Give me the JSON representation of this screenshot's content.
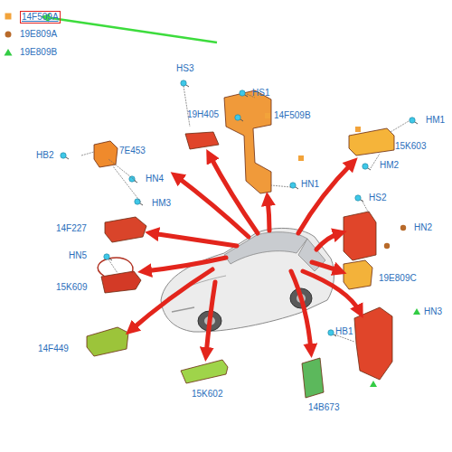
{
  "diagram": {
    "labels": [
      "HS3",
      "HS1",
      "19H405",
      "14F509B",
      "HM1",
      "15K603",
      "HB2",
      "7E453",
      "HM2",
      "HN4",
      "HM3",
      "HN1",
      "HS2",
      "HN2",
      "14F227",
      "HN5",
      "19E809C",
      "15K609",
      "HN3",
      "HB1",
      "14F449",
      "15K602",
      "14B673"
    ],
    "legend": [
      {
        "text": "14F509A",
        "color": "#f2a33a"
      },
      {
        "text": "19E809A",
        "color": "#b86a2a"
      },
      {
        "text": "19E809B",
        "color": "#33cc44"
      }
    ]
  }
}
